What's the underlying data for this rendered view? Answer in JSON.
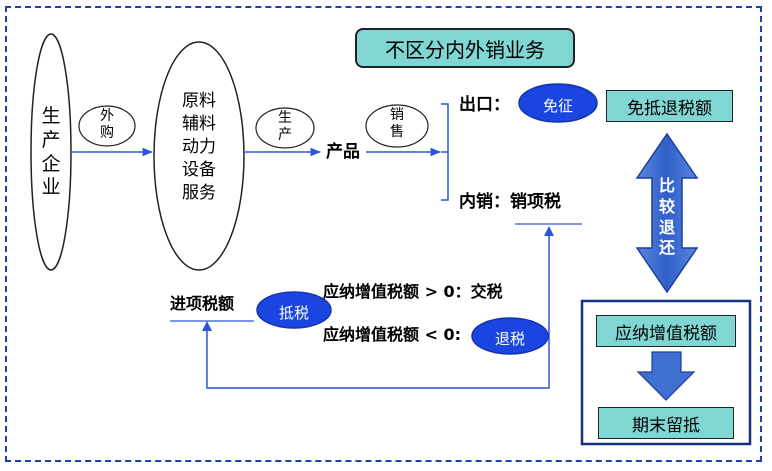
{
  "title": "不区分内外销业务",
  "nodes": {
    "producer": "生\n产\n企\n业",
    "purchase": "外\n购",
    "inputs": "原料\n辅料\n动力\n设备\n服务",
    "produce": "生\n产",
    "product": "产品",
    "sell": "销\n售",
    "export": "出口：",
    "domestic": "内销：销项税",
    "exempt": "免征",
    "offset_refund": "免抵退税额",
    "compare": "比\n较\n退\n还",
    "input_tax": "进项税额",
    "deduct": "抵税",
    "vat_positive": "应纳增值税额 > 0：交税",
    "vat_negative": "应纳增值税额 < 0:",
    "refund": "退税",
    "vat_payable": "应纳增值税额",
    "period_end": "期末留抵"
  },
  "colors": {
    "teal": "#7fd6d3",
    "blue": "#1a45e0",
    "line": "#2a55d8",
    "arrow_fill": "#3f6fd0",
    "frame": "#1f3fb0"
  }
}
